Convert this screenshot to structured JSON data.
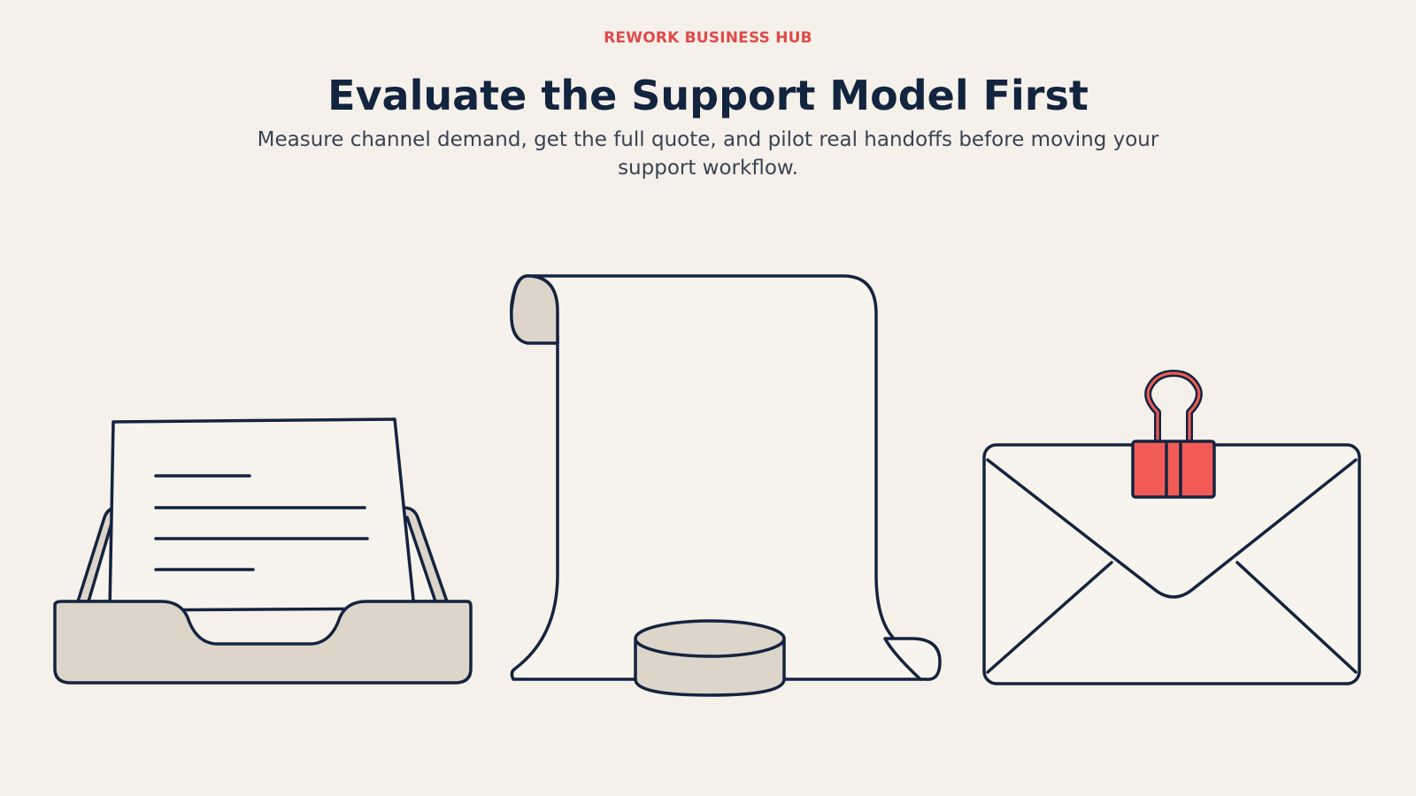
{
  "header": {
    "eyebrow": "REWORK BUSINESS HUB",
    "title": "Evaluate the Support Model First",
    "subtitle": "Measure channel demand, get the full quote, and pilot real handoffs before moving your support workflow."
  },
  "illustrations": [
    "inbox-tray-icon",
    "paper-scroll-icon",
    "envelope-icon"
  ],
  "colors": {
    "background": "#f5f1ea",
    "ink": "#13243f",
    "accent": "#e04a4a",
    "clip": "#f25b55",
    "paper": "#f7f3ed",
    "tray": "#ddd4ca"
  }
}
